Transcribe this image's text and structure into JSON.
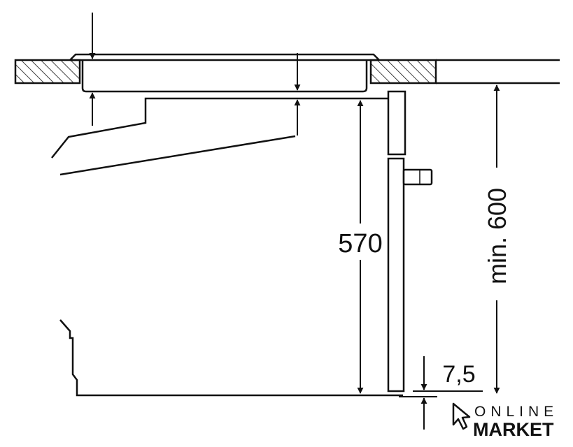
{
  "dimensions": {
    "depth_label": "570",
    "height_label": "min. 600",
    "gap_label": "7,5"
  },
  "logo": {
    "line1": "ONLINE",
    "line2": "MARKET"
  },
  "colors": {
    "line": "#111111",
    "background": "#ffffff"
  }
}
